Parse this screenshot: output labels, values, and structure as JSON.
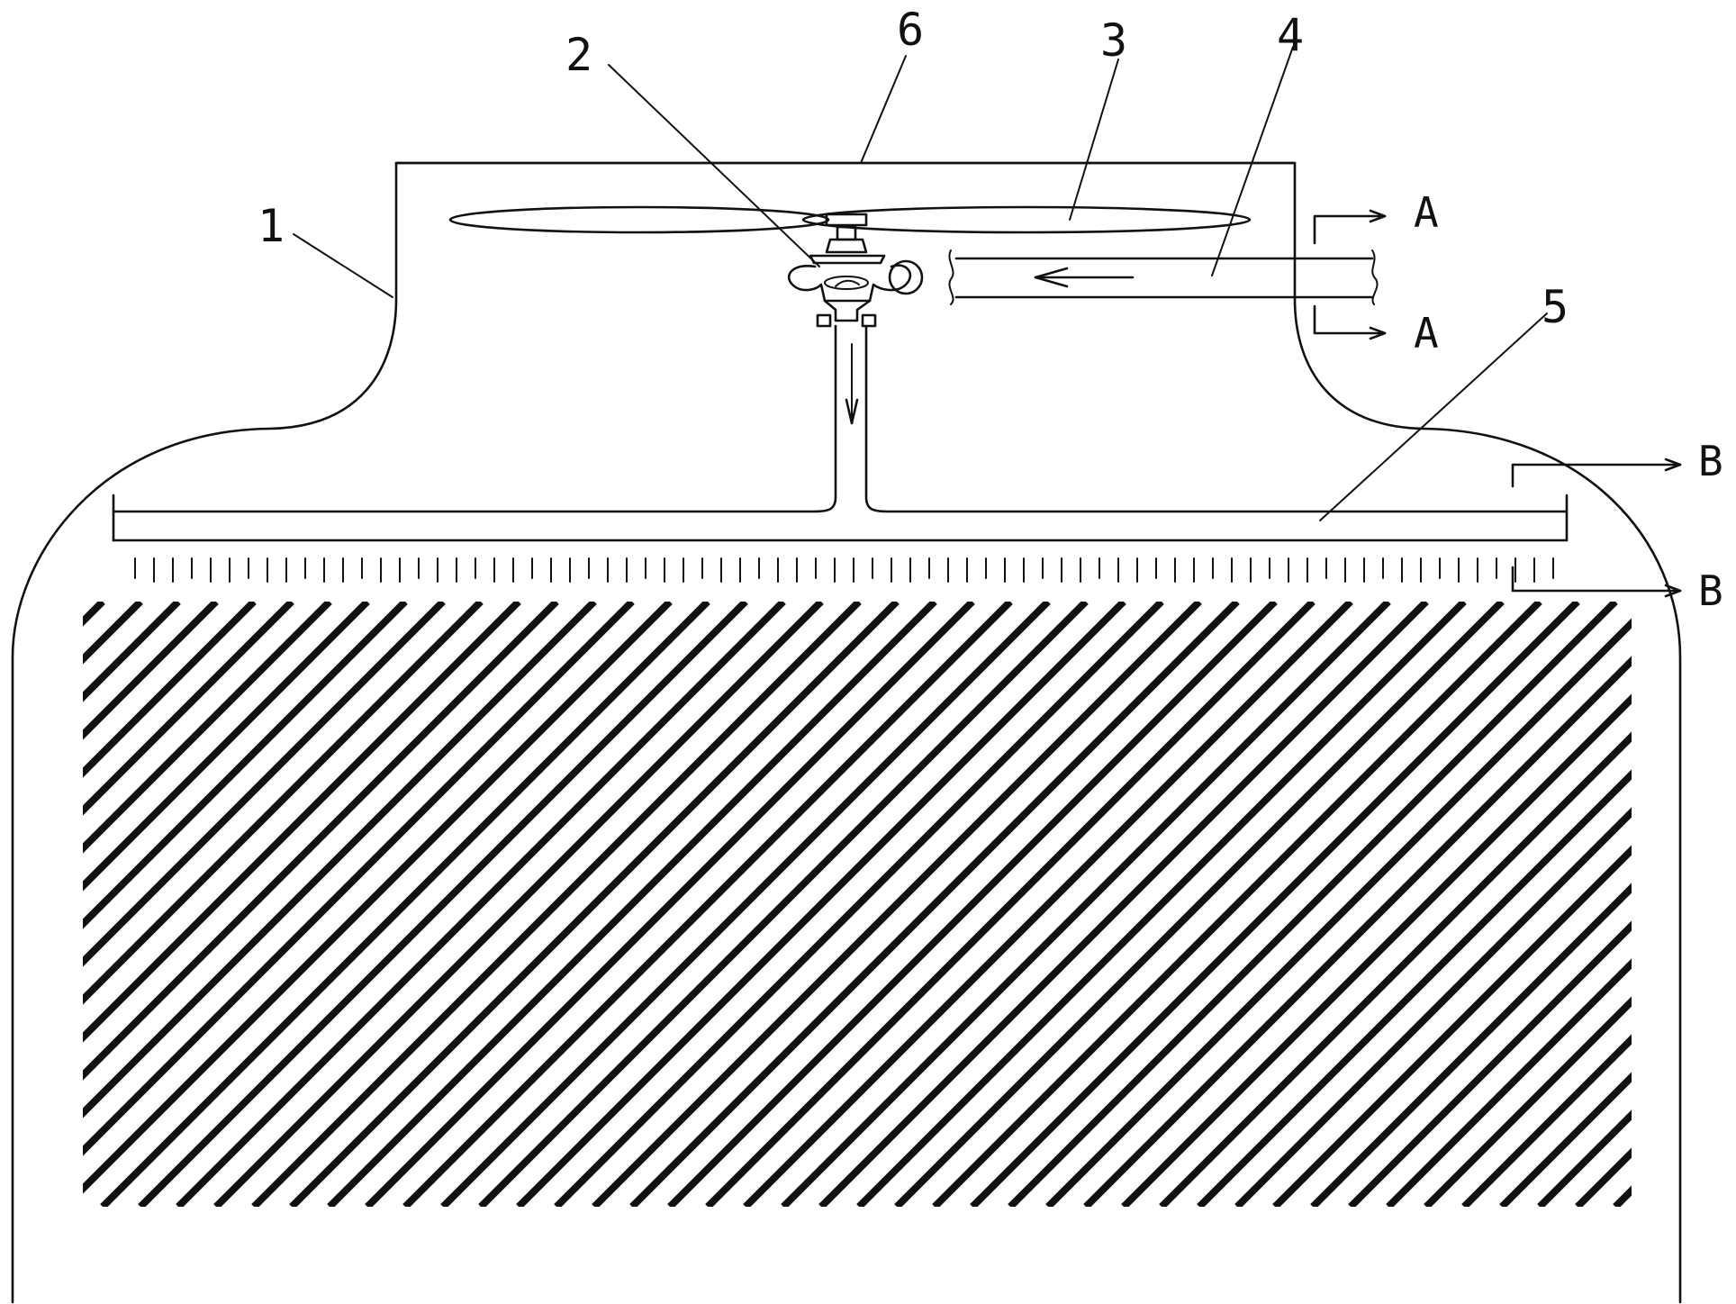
{
  "labels": {
    "casing": "1",
    "sprinkler": "2",
    "fan": "3",
    "inlet_pipe": "4",
    "distributor": "5",
    "fan_cover": "6"
  },
  "sections": {
    "a_top": "A",
    "a_bottom": "A",
    "b_top": "B",
    "b_bottom": "B"
  },
  "colors": {
    "line": "#111111",
    "background": "#ffffff"
  }
}
